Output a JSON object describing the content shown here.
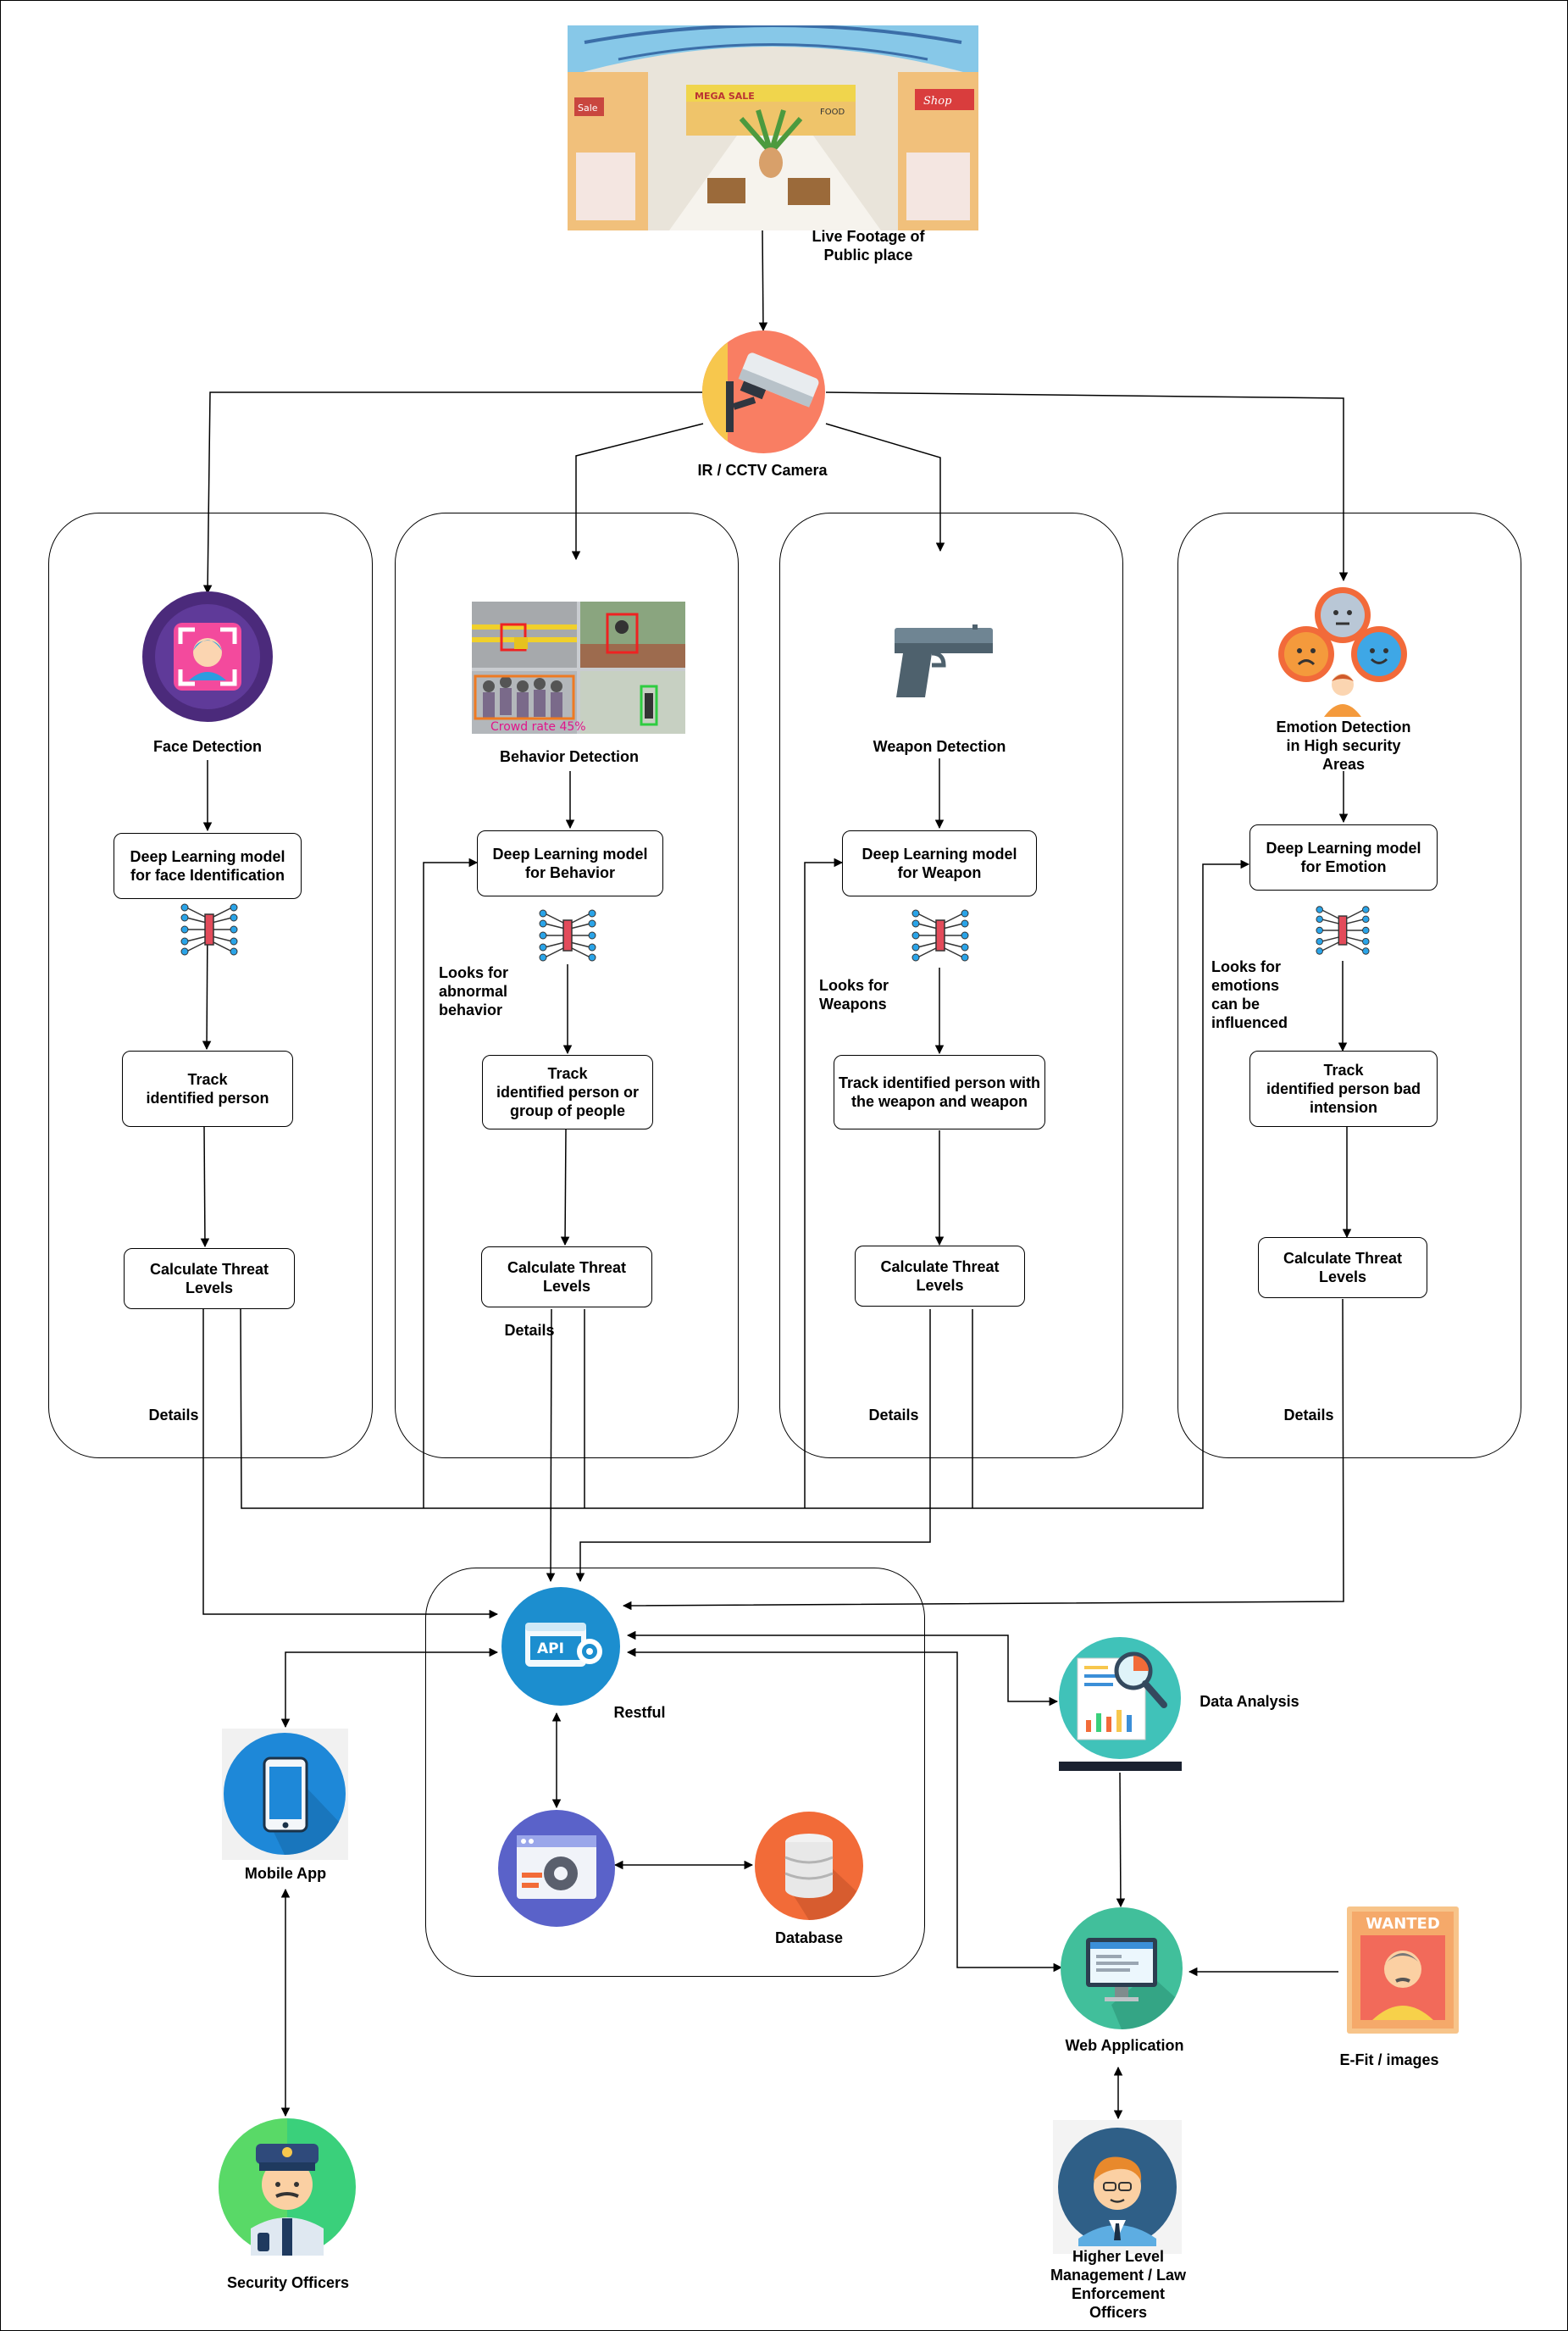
{
  "source": {
    "label": "Live Footage of\nPublic place"
  },
  "camera": {
    "label": "IR / CCTV Camera"
  },
  "lanes": {
    "face": {
      "title": "Face Detection",
      "model": "Deep Learning  model\nfor face Identification",
      "track": "Track\nidentified person",
      "threat": "Calculate Threat\nLevels",
      "details": "Details"
    },
    "behavior": {
      "title": "Behavior Detection",
      "model": "Deep Learning  model\nfor Behavior",
      "looks": "Looks for\nabnormal\nbehavior",
      "track": "Track\nidentified person or\ngroup of people",
      "threat": "Calculate Threat\nLevels",
      "details": "Details",
      "crowd_rate": "Crowd rate 45%"
    },
    "weapon": {
      "title": "Weapon Detection",
      "model": "Deep Learning  model\nfor Weapon",
      "looks": "Looks for\nWeapons",
      "track": "Track identified person with\nthe weapon and weapon",
      "threat": "Calculate Threat\nLevels",
      "details": "Details"
    },
    "emotion": {
      "title": "Emotion Detection\nin High security\nAreas",
      "model": "Deep Learning  model\nfor Emotion",
      "looks": "Looks for\nemotions\ncan be\ninfluenced",
      "track": "Track\nidentified person bad\nintension",
      "threat": "Calculate Threat\nLevels",
      "details": "Details"
    }
  },
  "backend": {
    "api_label": "Restful",
    "api_icon_text": "API",
    "database_label": "Database"
  },
  "clients": {
    "mobile_label": "Mobile App",
    "security_label": "Security Officers",
    "analysis_label": "Data Analysis",
    "web_label": "Web Application",
    "efit_label": "E-Fit / images",
    "efit_poster_text": "WANTED",
    "management_label": "Higher Level\nManagement / Law\nEnforcement\nOfficers"
  },
  "mall_signs": [
    "MEGA SALE",
    "Sale",
    "FOOD",
    "Shop"
  ],
  "icons": [
    "face-scan-icon",
    "crowd-surveillance-image",
    "pistol-icon",
    "emotion-faces-icon",
    "neural-network-icon",
    "cctv-camera-icon",
    "api-gear-icon",
    "server-settings-icon",
    "database-icon",
    "smartphone-icon",
    "police-officer-icon",
    "analytics-report-icon",
    "monitor-icon",
    "wanted-poster-icon",
    "manager-avatar-icon"
  ],
  "colors": {
    "camera_bg": "#f97e63",
    "face_bg": "#4b2a7b",
    "api_bg": "#1c8ecf",
    "db_bg": "#f26b38",
    "web_bg": "#41bf9b",
    "officer_bg": "#3ad07b"
  }
}
